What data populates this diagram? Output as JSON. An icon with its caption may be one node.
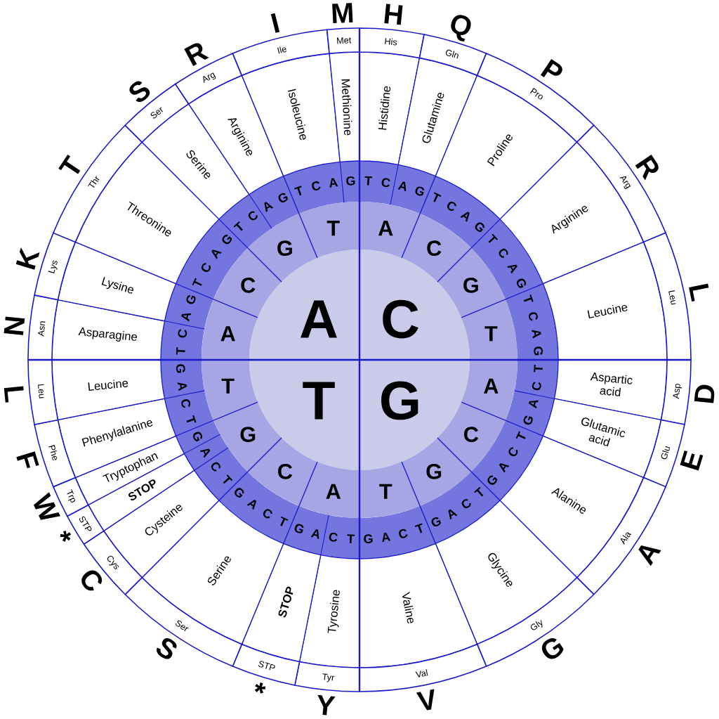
{
  "diagram": {
    "nodes": [
      {
        "text": [
          "A"
        ]
      },
      {
        "text": [
          "C"
        ]
      },
      {
        "text": [
          "T"
        ]
      },
      {
        "text": [
          "G"
        ]
      },
      {
        "text": [
          "A"
        ]
      },
      {
        "text": [
          "C"
        ]
      },
      {
        "text": [
          "G"
        ]
      },
      {
        "text": [
          "T"
        ]
      },
      {
        "text": [
          "A"
        ]
      },
      {
        "text": [
          "C"
        ]
      },
      {
        "text": [
          "G"
        ]
      },
      {
        "text": [
          "T"
        ]
      },
      {
        "text": [
          "A"
        ]
      },
      {
        "text": [
          "C"
        ]
      },
      {
        "text": [
          "G"
        ]
      },
      {
        "text": [
          "T"
        ]
      },
      {
        "text": [
          "A"
        ]
      },
      {
        "text": [
          "C"
        ]
      },
      {
        "text": [
          "G"
        ]
      },
      {
        "text": [
          "T"
        ]
      },
      {
        "text": [
          "Histidine"
        ]
      },
      {
        "text": [
          "Glutamine"
        ]
      },
      {
        "text": [
          "Proline"
        ]
      },
      {
        "text": [
          "Arginine"
        ]
      },
      {
        "text": [
          "Leucine"
        ]
      },
      {
        "text": [
          "Aspartic acid"
        ]
      },
      {
        "text": [
          "Glutamic acid"
        ]
      },
      {
        "text": [
          "Alanine"
        ]
      },
      {
        "text": [
          "Glycine"
        ]
      },
      {
        "text": [
          "Valine"
        ]
      },
      {
        "text": [
          "Tyrosine"
        ]
      },
      {
        "text": [
          "STOP"
        ]
      },
      {
        "text": [
          "Serine"
        ]
      },
      {
        "text": [
          "Cysteine"
        ]
      },
      {
        "text": [
          "STOP"
        ]
      },
      {
        "text": [
          "Tryptophan"
        ]
      },
      {
        "text": [
          "Phenylalanine"
        ]
      },
      {
        "text": [
          "Leucine"
        ]
      },
      {
        "text": [
          "Asparagine"
        ]
      },
      {
        "text": [
          "Lysine"
        ]
      },
      {
        "text": [
          "Threonine"
        ]
      },
      {
        "text": [
          "Serine"
        ]
      },
      {
        "text": [
          "Arginine"
        ]
      },
      {
        "text": [
          "Isoleucine"
        ]
      },
      {
        "text": [
          "Methionine"
        ]
      },
      {
        "text": [
          "His"
        ]
      },
      {
        "text": [
          "Gln"
        ]
      },
      {
        "text": [
          "Pro"
        ]
      },
      {
        "text": [
          "Arg"
        ]
      },
      {
        "text": [
          "Leu"
        ]
      },
      {
        "text": [
          "Asp"
        ]
      },
      {
        "text": [
          "Glu"
        ]
      },
      {
        "text": [
          "Ala"
        ]
      },
      {
        "text": [
          "Gly"
        ]
      },
      {
        "text": [
          "Val"
        ]
      },
      {
        "text": [
          "Tyr"
        ]
      },
      {
        "text": [
          "STP"
        ]
      },
      {
        "text": [
          "Ser"
        ]
      },
      {
        "text": [
          "Cys"
        ]
      },
      {
        "text": [
          "STP"
        ]
      },
      {
        "text": [
          "Trp"
        ]
      },
      {
        "text": [
          "Phe"
        ]
      },
      {
        "text": [
          "Leu"
        ]
      },
      {
        "text": [
          "Asn"
        ]
      },
      {
        "text": [
          "Lys"
        ]
      },
      {
        "text": [
          "Thr"
        ]
      },
      {
        "text": [
          "Ser"
        ]
      },
      {
        "text": [
          "Arg"
        ]
      },
      {
        "text": [
          "Ile"
        ]
      },
      {
        "text": [
          "Met"
        ]
      }
    ],
    "labels": [
      "T",
      "C",
      "A",
      "G",
      "T",
      "C",
      "A",
      "G",
      "T",
      "C",
      "A",
      "G",
      "T",
      "C",
      "A",
      "G",
      "T",
      "C",
      "A",
      "G",
      "T",
      "C",
      "A",
      "G",
      "T",
      "C",
      "A",
      "G",
      "T",
      "C",
      "A",
      "G",
      "T",
      "C",
      "A",
      "G",
      "T",
      "C",
      "A",
      "G",
      "T",
      "C",
      "A",
      "G",
      "T",
      "C",
      "A",
      "G",
      "T",
      "C",
      "A",
      "G",
      "T",
      "C",
      "A",
      "G",
      "T",
      "C",
      "A",
      "G",
      "T",
      "C",
      "A",
      "G",
      "H",
      "Q",
      "P",
      "R",
      "L",
      "D",
      "E",
      "A",
      "G",
      "V",
      "Y",
      "*",
      "S",
      "C",
      "*",
      "W",
      "F",
      "L",
      "N",
      "K",
      "T",
      "S",
      "R",
      "I",
      "M"
    ]
  }
}
